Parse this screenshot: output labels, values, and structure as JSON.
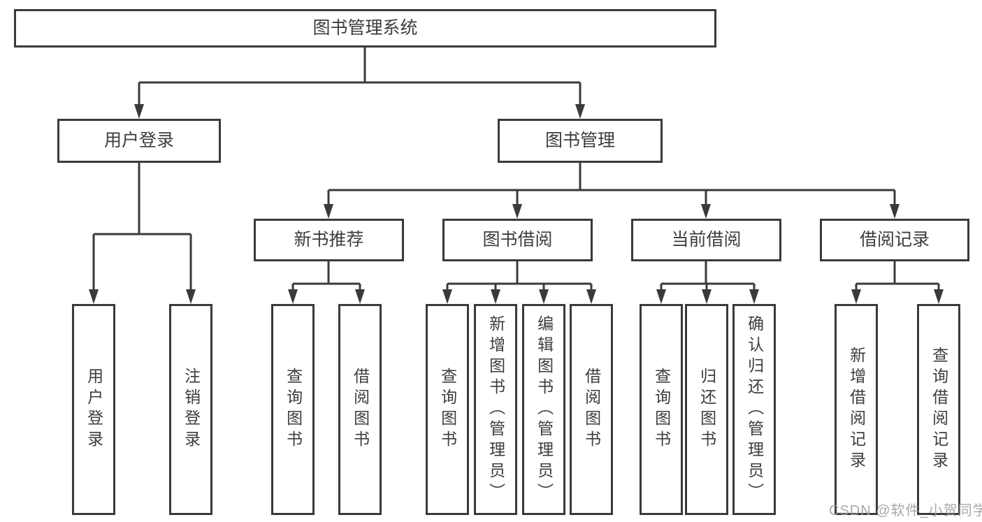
{
  "diagram_title": "图书管理系统",
  "colors": {
    "line": "#3a3a3a",
    "box_border": "#3a3a3a",
    "text": "#3d3d3d",
    "background": "#ffffff",
    "watermark": "#9e9e9e"
  },
  "tree": {
    "label": "图书管理系统",
    "children": [
      {
        "label": "用户登录",
        "children": [
          {
            "label": "用户登录"
          },
          {
            "label": "注销登录"
          }
        ]
      },
      {
        "label": "图书管理",
        "children": [
          {
            "label": "新书推荐",
            "children": [
              {
                "label": "查询图书"
              },
              {
                "label": "借阅图书"
              }
            ]
          },
          {
            "label": "图书借阅",
            "children": [
              {
                "label": "查询图书"
              },
              {
                "label": "新增图书（管理员）"
              },
              {
                "label": "编辑图书（管理员）"
              },
              {
                "label": "借阅图书"
              }
            ]
          },
          {
            "label": "当前借阅",
            "children": [
              {
                "label": "查询图书"
              },
              {
                "label": "归还图书"
              },
              {
                "label": "确认归还（管理员）"
              }
            ]
          },
          {
            "label": "借阅记录",
            "children": [
              {
                "label": "新增借阅记录"
              },
              {
                "label": "查询借阅记录"
              }
            ]
          }
        ]
      }
    ]
  },
  "watermark": {
    "text": "CSDN @软件_小贺同学"
  }
}
